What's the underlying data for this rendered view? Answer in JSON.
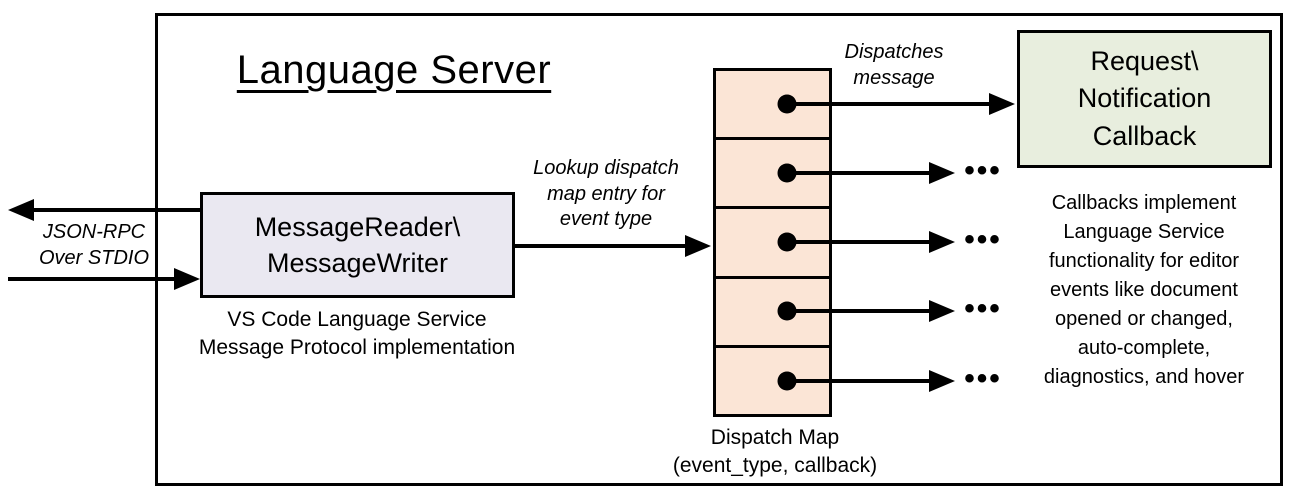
{
  "title": "Language Server",
  "stdio": {
    "label": "JSON-RPC\nOver STDIO"
  },
  "reader": {
    "box_label": "MessageReader\\\nMessageWriter",
    "caption": "VS Code Language Service\nMessage Protocol implementation"
  },
  "lookup": {
    "label": "Lookup dispatch\nmap entry for\nevent type"
  },
  "dispatch_map": {
    "caption": "Dispatch Map\n(event_type, callback)",
    "cell_count": "5"
  },
  "dispatches": {
    "label": "Dispatches\nmessage"
  },
  "callback": {
    "box_label": "Request\\\nNotification\nCallback",
    "note": "Callbacks implement\nLanguage Service\nfunctionality for editor\nevents like document\nopened or changed,\nauto-complete,\ndiagnostics, and hover"
  },
  "ellipsis": "•••",
  "colors": {
    "reader_box_fill": "#EAE8F1",
    "dispatch_cell_fill": "#FBE5D6",
    "callback_box_fill": "#E8EEDE",
    "line": "#000000"
  }
}
